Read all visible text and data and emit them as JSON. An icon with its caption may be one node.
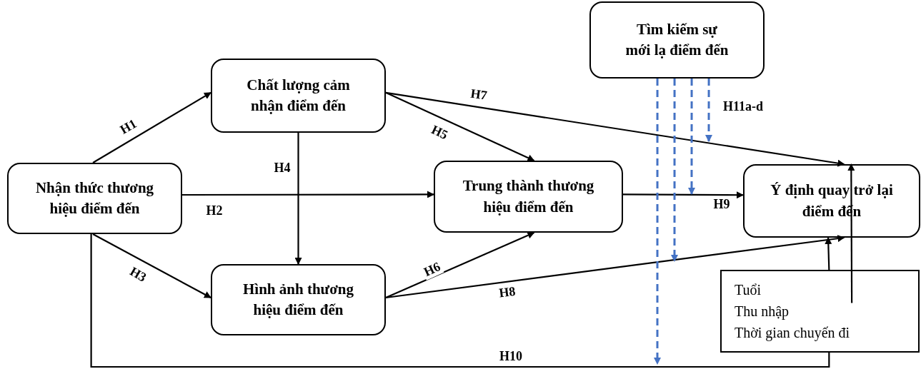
{
  "diagram": {
    "nodes": [
      {
        "text": [
          "Nhận thức thương hiệu điểm đến"
        ]
      },
      {
        "text": [
          "Chất lượng cảm nhận điểm đến"
        ]
      },
      {
        "text": [
          "Hình ảnh thương hiệu điểm đến"
        ]
      },
      {
        "text": [
          "Trung thành thương hiệu điểm đến"
        ]
      },
      {
        "text": [
          "Ý định quay trở lại điểm đến"
        ]
      },
      {
        "text": [
          "Tìm kiếm sự mới lạ điểm đến"
        ]
      },
      {
        "text": [
          "Tuổi",
          "Thu nhập",
          "Thời gian chuyến đi"
        ]
      }
    ],
    "edges": [
      {
        "from": 0,
        "to": 1,
        "arrow": "to",
        "label": "H1"
      },
      {
        "from": 0,
        "to": 3,
        "arrow": "to",
        "label": "H2"
      },
      {
        "from": 0,
        "to": 2,
        "arrow": "to",
        "label": "H3"
      },
      {
        "from": 1,
        "to": 2,
        "arrow": "to",
        "label": "H4"
      },
      {
        "from": 1,
        "to": 3,
        "arrow": "to",
        "label": "H5"
      },
      {
        "from": 2,
        "to": 3,
        "arrow": "to",
        "label": "H6"
      },
      {
        "from": 1,
        "to": 4,
        "arrow": "to",
        "label": "H7"
      },
      {
        "from": 2,
        "to": 4,
        "arrow": "to",
        "label": "H8"
      },
      {
        "from": 3,
        "to": 4,
        "arrow": "to",
        "label": "H9"
      },
      {
        "from": 0,
        "to": 6,
        "arrow": "none",
        "label": "H10"
      },
      {
        "from": 6,
        "to": 4,
        "arrow": "to"
      },
      {
        "from": 6,
        "to": 4,
        "arrow": "to"
      },
      {
        "from": 5,
        "to": null,
        "arrow": "to",
        "style": "dashed",
        "color": "#4472c4"
      },
      {
        "from": 5,
        "to": null,
        "arrow": "to",
        "style": "dashed",
        "color": "#4472c4"
      },
      {
        "from": 5,
        "to": null,
        "arrow": "to",
        "style": "dashed",
        "color": "#4472c4"
      },
      {
        "from": 5,
        "to": null,
        "arrow": "to",
        "style": "dashed",
        "color": "#4472c4",
        "label": "H11a-d"
      }
    ]
  }
}
